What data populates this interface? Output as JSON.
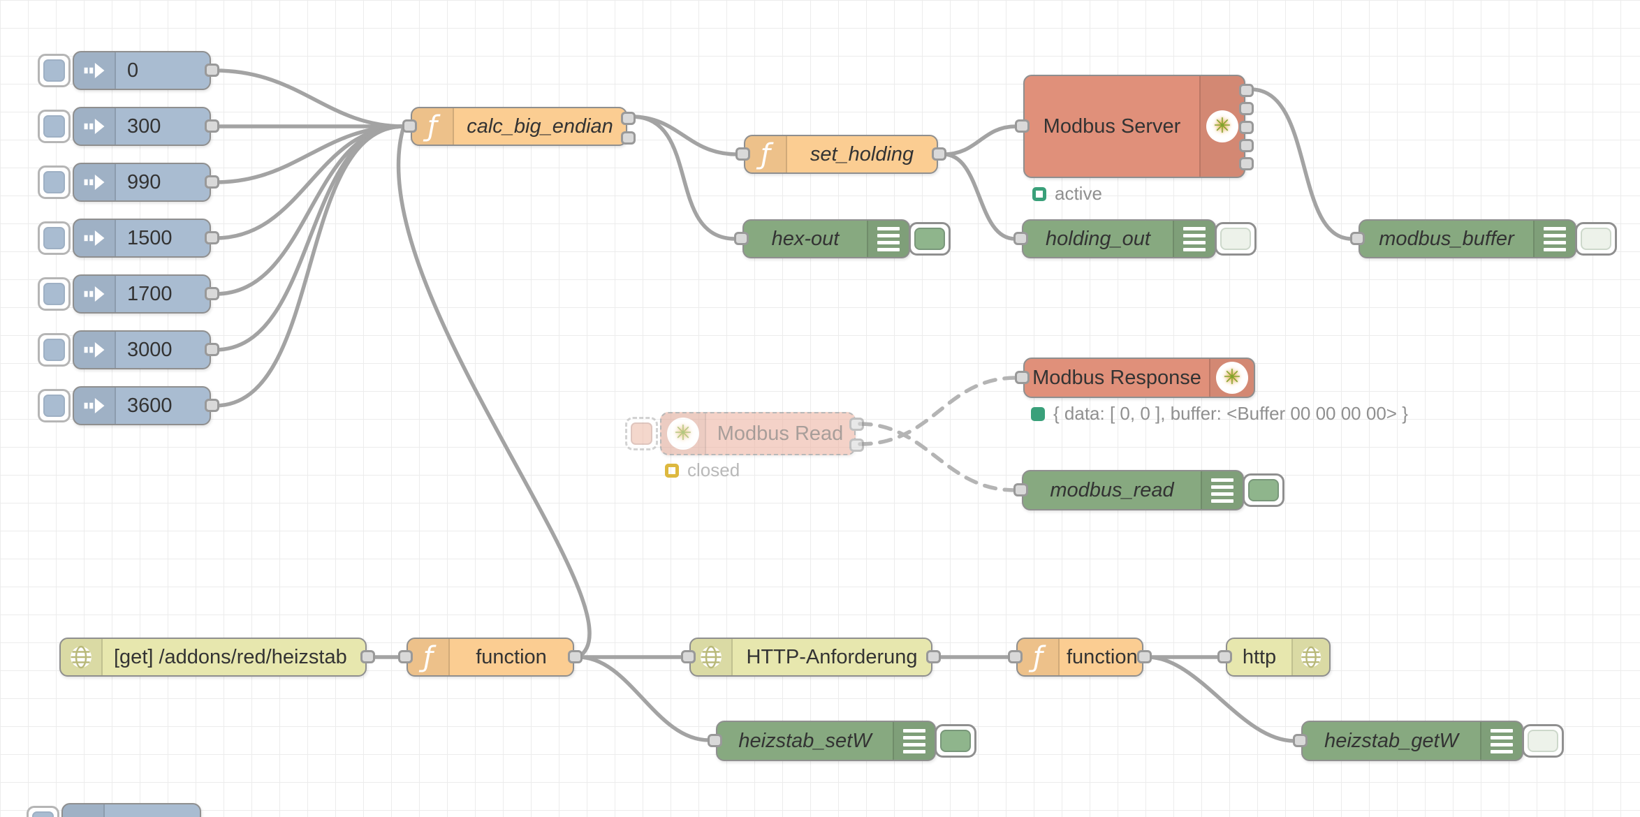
{
  "app": "node-red-flow-editor",
  "colors": {
    "inject_blue": "#a9bcd1",
    "function_orange": "#fbcd92",
    "debug_green": "#87a980",
    "http_yellow": "#e7e7ae",
    "modbus_salmon": "#e0907a",
    "status_green": "#3aa07a",
    "status_yellow": "#ddb83f",
    "wire_gray": "#a3a3a3"
  },
  "icons": {
    "function_glyph": "ƒ",
    "modbus_glyph": "✳",
    "inject_icon": "arrow-right",
    "debug_icon": "list-lines",
    "http_icon": "globe"
  },
  "nodes": {
    "inject0": {
      "label": "0"
    },
    "inject300": {
      "label": "300"
    },
    "inject990": {
      "label": "990"
    },
    "inject1500": {
      "label": "1500"
    },
    "inject1700": {
      "label": "1700"
    },
    "inject3000": {
      "label": "3000"
    },
    "inject3600": {
      "label": "3600"
    },
    "calc_big_endian": {
      "label": "calc_big_endian"
    },
    "set_holding": {
      "label": "set_holding"
    },
    "modbus_server": {
      "label": "Modbus Server",
      "status_text": "active"
    },
    "hex_out": {
      "label": "hex-out",
      "toggle": "on"
    },
    "holding_out": {
      "label": "holding_out",
      "toggle": "off"
    },
    "modbus_buffer": {
      "label": "modbus_buffer",
      "toggle": "off"
    },
    "modbus_response": {
      "label": "Modbus Response",
      "status_text": "{ data: [ 0, 0 ], buffer: <Buffer 00 00 00 00> }"
    },
    "modbus_read_node": {
      "label": "Modbus Read",
      "status_text": "closed"
    },
    "modbus_read_debug": {
      "label": "modbus_read",
      "toggle": "on"
    },
    "http_in": {
      "label": "[get] /addons/red/heizstab"
    },
    "function1": {
      "label": "function"
    },
    "http_request": {
      "label": "HTTP-Anforderung"
    },
    "function2": {
      "label": "function"
    },
    "http_response": {
      "label": "http"
    },
    "heizstab_setW": {
      "label": "heizstab_setW",
      "toggle": "on"
    },
    "heizstab_getW": {
      "label": "heizstab_getW",
      "toggle": "off"
    }
  }
}
